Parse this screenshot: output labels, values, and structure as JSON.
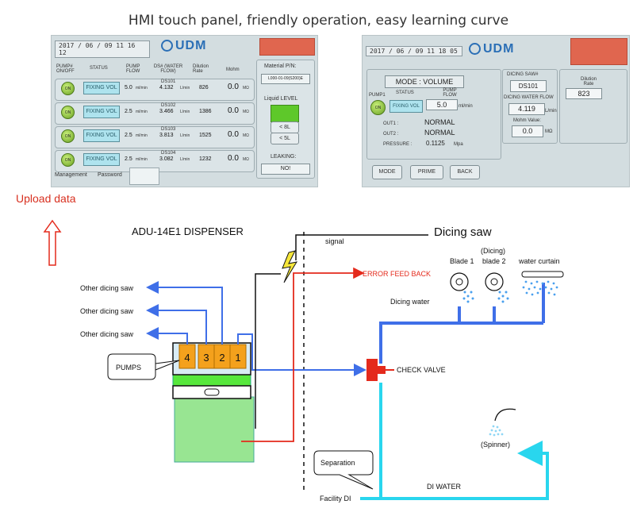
{
  "headline": "HMI touch panel, friendly operation, easy learning curve",
  "panel1": {
    "date": "2017 / 06 / 09     11     16     12",
    "logo": "UDM",
    "headers": {
      "pump": "PUMP# ON/OFF",
      "status": "STATUS",
      "flow": "PUMP FLOW",
      "ds": "DS# (WATER FLOW)",
      "rate": "Dilution Rate",
      "mohm": "Mohm"
    },
    "rows": [
      {
        "on": "ON",
        "status": "FIXING VOL",
        "flow": "5.0",
        "flow_unit": "ml/min",
        "ds": "DS101",
        "water": "4.132",
        "water_unit": "L/min",
        "rate": "826",
        "mohm": "0.0",
        "mohm_unit": "MΩ"
      },
      {
        "on": "ON",
        "status": "FIXING VOL",
        "flow": "2.5",
        "flow_unit": "ml/min",
        "ds": "DS102",
        "water": "3.466",
        "water_unit": "L/min",
        "rate": "1386",
        "mohm": "0.0",
        "mohm_unit": "MΩ"
      },
      {
        "on": "ON",
        "status": "FIXING VOL",
        "flow": "2.5",
        "flow_unit": "ml/min",
        "ds": "DS103",
        "water": "3.813",
        "water_unit": "L/min",
        "rate": "1525",
        "mohm": "0.0",
        "mohm_unit": "MΩ"
      },
      {
        "on": "ON",
        "status": "FIXING VOL",
        "flow": "2.5",
        "flow_unit": "ml/min",
        "ds": "DS104",
        "water": "3.082",
        "water_unit": "L/min",
        "rate": "1232",
        "mohm": "0.0",
        "mohm_unit": "MΩ"
      }
    ],
    "material_label": "Material P/N:",
    "material_value": "L000-01-09(S200)E",
    "liquid_label": "Liquid LEVEL",
    "level_8": "< 8L",
    "level_5": "< 5L",
    "leaking_label": "LEAKING:",
    "leaking_value": "NO!",
    "management": "Management",
    "password": "Password"
  },
  "panel2": {
    "date": "2017 / 06 / 09     11     18     05",
    "logo": "UDM",
    "mode": "MODE : VOLUME",
    "pump_label": "PUMP1",
    "status_label": "STATUS",
    "pump_flow_label": "PUMP FLOW",
    "status_value": "FIXING VOL",
    "pump_flow_value": "5.0",
    "pump_flow_unit": "ml/min",
    "on": "ON",
    "out1_label": "OUT1 :",
    "out1_value": "NORMAL",
    "out2_label": "OUT2 :",
    "out2_value": "NORMAL",
    "pressure_label": "PRESSURE :",
    "pressure_value": "0.1125",
    "pressure_unit": "Mpa",
    "dicing_saw_label": "DICING SAW#",
    "dicing_saw_value": "DS101",
    "water_flow_label": "DICING WATER FLOW",
    "water_flow_value": "4.119",
    "water_flow_unit": "L/min",
    "mohm_label": "Mohm Value:",
    "mohm_value": "0.0",
    "mohm_unit": "MΩ",
    "dilution_label": "Dilution Rate",
    "dilution_value": "823",
    "buttons": [
      "MODE",
      "PRIME",
      "BACK"
    ]
  },
  "upload": "Upload data",
  "diagram": {
    "title": "ADU-14E1 DISPENSER",
    "signal": "signal",
    "dicing_saw": "Dicing saw",
    "error_feedback": "ERROR FEED BACK",
    "dicing_paren": "(Dicing)",
    "blade1": "Blade 1",
    "blade2": "blade 2",
    "water_curtain": "water curtain",
    "dicing_water": "Dicing water",
    "other1": "Other dicing saw",
    "other2": "Other dicing saw",
    "other3": "Other dicing saw",
    "pumps": "PUMPS",
    "pump_nums": [
      "4",
      "3",
      "2",
      "1"
    ],
    "check_valve": "CHECK VALVE",
    "spinner": "(Spinner)",
    "separation": "Separation",
    "facility_di": "Facility DI",
    "di_water": "DI WATER"
  },
  "colors": {
    "blue": "#3f6fe8",
    "cyan": "#29d6ee",
    "red": "#e42a1c",
    "green": "#57e83c",
    "orange": "#f4a11c",
    "black": "#111111"
  }
}
